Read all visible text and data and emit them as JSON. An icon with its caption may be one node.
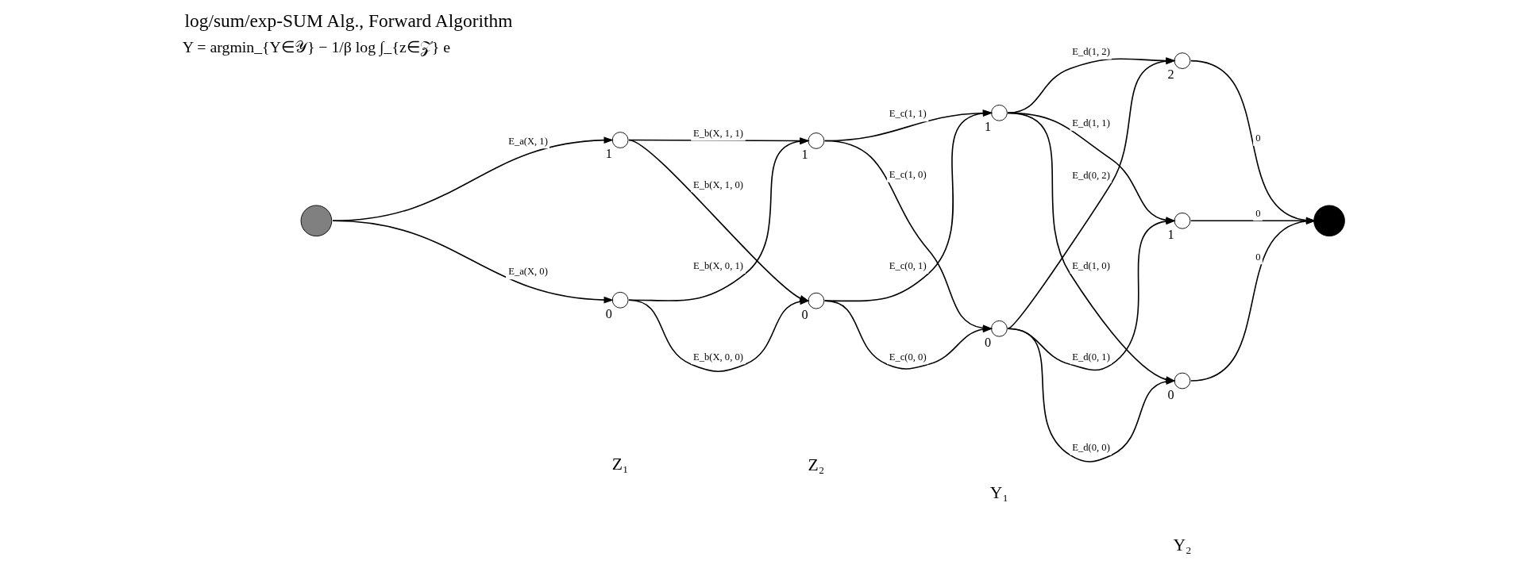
{
  "diagram": {
    "title": "log/sum/exp-SUM Alg., Forward Algorithm",
    "nodes": [
      {
        "text": [],
        "shape": "circle"
      },
      {
        "text": [],
        "shape": "circle",
        "beside": [
          "1"
        ]
      },
      {
        "text": [],
        "shape": "circle",
        "beside": [
          "0"
        ]
      },
      {
        "text": [],
        "shape": "circle",
        "beside": [
          "1"
        ]
      },
      {
        "text": [],
        "shape": "circle",
        "beside": [
          "0"
        ]
      },
      {
        "text": [],
        "shape": "circle",
        "beside": [
          "1"
        ]
      },
      {
        "text": [],
        "shape": "circle",
        "beside": [
          "0"
        ]
      },
      {
        "text": [],
        "shape": "circle",
        "beside": [
          "2"
        ]
      },
      {
        "text": [],
        "shape": "circle",
        "beside": [
          "1"
        ]
      },
      {
        "text": [],
        "shape": "circle",
        "beside": [
          "0"
        ]
      },
      {
        "text": [],
        "shape": "circle"
      }
    ],
    "edges": [
      {
        "from": 0,
        "to": 1,
        "arrow": "to",
        "label": "E_a(X, 1)"
      },
      {
        "from": 0,
        "to": 2,
        "arrow": "to",
        "label": "E_a(X, 0)"
      },
      {
        "from": 1,
        "to": 3,
        "arrow": "to",
        "label": "E_b(X, 1, 1)"
      },
      {
        "from": 1,
        "to": 4,
        "arrow": "to",
        "label": "E_b(X, 1, 0)"
      },
      {
        "from": 2,
        "to": 3,
        "arrow": "to",
        "label": "E_b(X, 0, 1)"
      },
      {
        "from": 2,
        "to": 4,
        "arrow": "to",
        "label": "E_b(X, 0, 0)"
      },
      {
        "from": 3,
        "to": 5,
        "arrow": "to",
        "label": "E_c(1, 1)"
      },
      {
        "from": 3,
        "to": 6,
        "arrow": "to",
        "label": "E_c(1, 0)"
      },
      {
        "from": 4,
        "to": 5,
        "arrow": "to",
        "label": "E_c(0, 1)"
      },
      {
        "from": 4,
        "to": 6,
        "arrow": "to",
        "label": "E_c(0, 0)"
      },
      {
        "from": 5,
        "to": 7,
        "arrow": "to",
        "label": "E_d(1, 2)"
      },
      {
        "from": 5,
        "to": 8,
        "arrow": "to",
        "label": "E_d(1, 1)"
      },
      {
        "from": 5,
        "to": 9,
        "arrow": "to",
        "label": "E_d(1, 0)"
      },
      {
        "from": 6,
        "to": 7,
        "arrow": "to",
        "label": "E_d(0, 2)"
      },
      {
        "from": 6,
        "to": 8,
        "arrow": "to",
        "label": "E_d(0, 1)"
      },
      {
        "from": 6,
        "to": 9,
        "arrow": "to",
        "label": "E_d(0, 0)"
      },
      {
        "from": 7,
        "to": 10,
        "arrow": "to",
        "label": "0"
      },
      {
        "from": 8,
        "to": 10,
        "arrow": "to",
        "label": "0"
      },
      {
        "from": 9,
        "to": 10,
        "arrow": "to",
        "label": "0"
      }
    ],
    "labels": [
      "Y = argmin_{Y∈𝒴} − 1/β log ∫_{z∈𝒵} e",
      "Z₁",
      "Z₂",
      "Y₁",
      "Y₂"
    ]
  }
}
